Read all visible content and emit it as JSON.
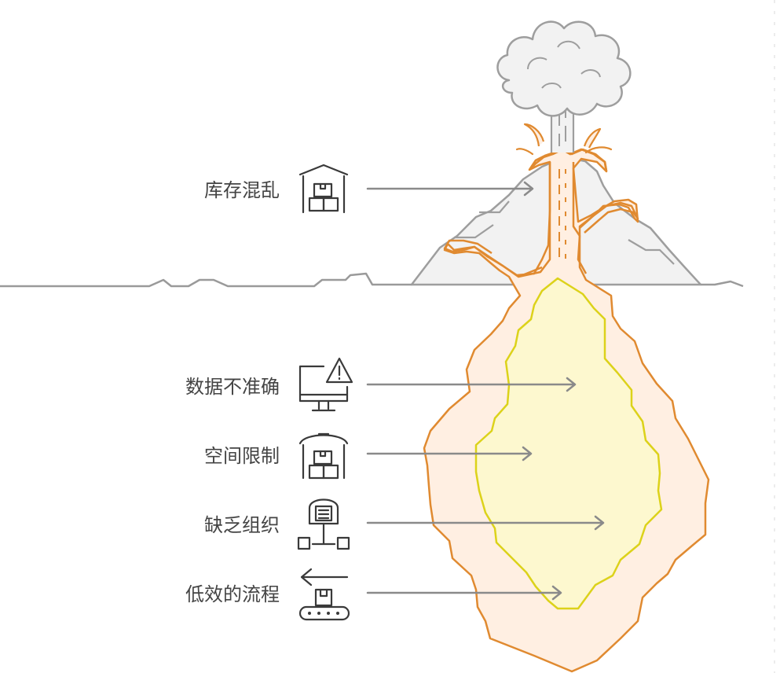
{
  "colors": {
    "mountain_fill": "#f2f2f2",
    "mountain_stroke": "#9e9e9e",
    "lava_outer": "#ffefe2",
    "lava_stroke": "#e08a30",
    "core_fill": "#fdf8cf",
    "core_stroke": "#dcd21a",
    "text": "#444444",
    "arrow": "#8a8a8a"
  },
  "issues": [
    {
      "id": "inventory-chaos",
      "label": "库存混乱",
      "icon": "warehouse-boxes-icon",
      "visible": "above-surface"
    },
    {
      "id": "inaccurate-data",
      "label": "数据不准确",
      "icon": "monitor-warning-icon",
      "visible": "below-surface"
    },
    {
      "id": "space-limits",
      "label": "空间限制",
      "icon": "warehouse-boxes-icon",
      "visible": "below-surface"
    },
    {
      "id": "lack-of-organization",
      "label": "缺乏组织",
      "icon": "network-hub-icon",
      "visible": "below-surface"
    },
    {
      "id": "inefficient-process",
      "label": "低效的流程",
      "icon": "conveyor-box-icon",
      "visible": "below-surface"
    }
  ]
}
